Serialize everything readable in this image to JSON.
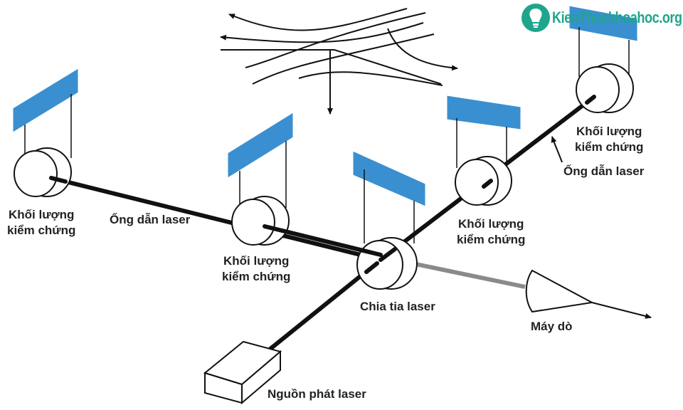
{
  "brand": {
    "text": "KienThuckhoahoc.org",
    "color": "#1fa58c"
  },
  "colors": {
    "mirror": "#3a8fd0",
    "laser_tube": "#111111",
    "detector_beam": "#8a8a8a"
  },
  "labels": {
    "test_mass_left": [
      "Khối lượng",
      "kiểm chứng"
    ],
    "laser_tube_left": "Ống dẫn laser",
    "test_mass_mid": [
      "Khối lượng",
      "kiểm chứng"
    ],
    "beam_splitter": "Chia tia laser",
    "test_mass_right_near": [
      "Khối lượng",
      "kiểm chứng"
    ],
    "test_mass_right_far": [
      "Khối lượng",
      "kiểm chứng"
    ],
    "laser_tube_right": "Ống dẫn laser",
    "detector": "Máy dò",
    "laser_source": "Nguồn phát laser"
  }
}
